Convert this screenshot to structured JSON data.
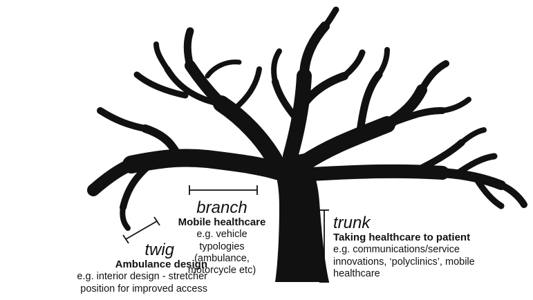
{
  "diagram": {
    "twig": {
      "name": "twig",
      "title": "Ambulance design",
      "description": "e.g. interior design - stretcher\nposition for improved access"
    },
    "branch": {
      "name": "branch",
      "title": "Mobile healthcare",
      "description": "e.g. vehicle\ntypologies\n(ambulance,\nmotorcycle etc)"
    },
    "trunk": {
      "name": "trunk",
      "title": "Taking healthcare to patient",
      "description": "e.g. communications/service\ninnovations, ‘polyclinics’, mobile\nhealthcare"
    },
    "colors": {
      "tree": "#111111",
      "text": "#111111",
      "background": "#ffffff"
    },
    "icon": "tree-illustration"
  }
}
